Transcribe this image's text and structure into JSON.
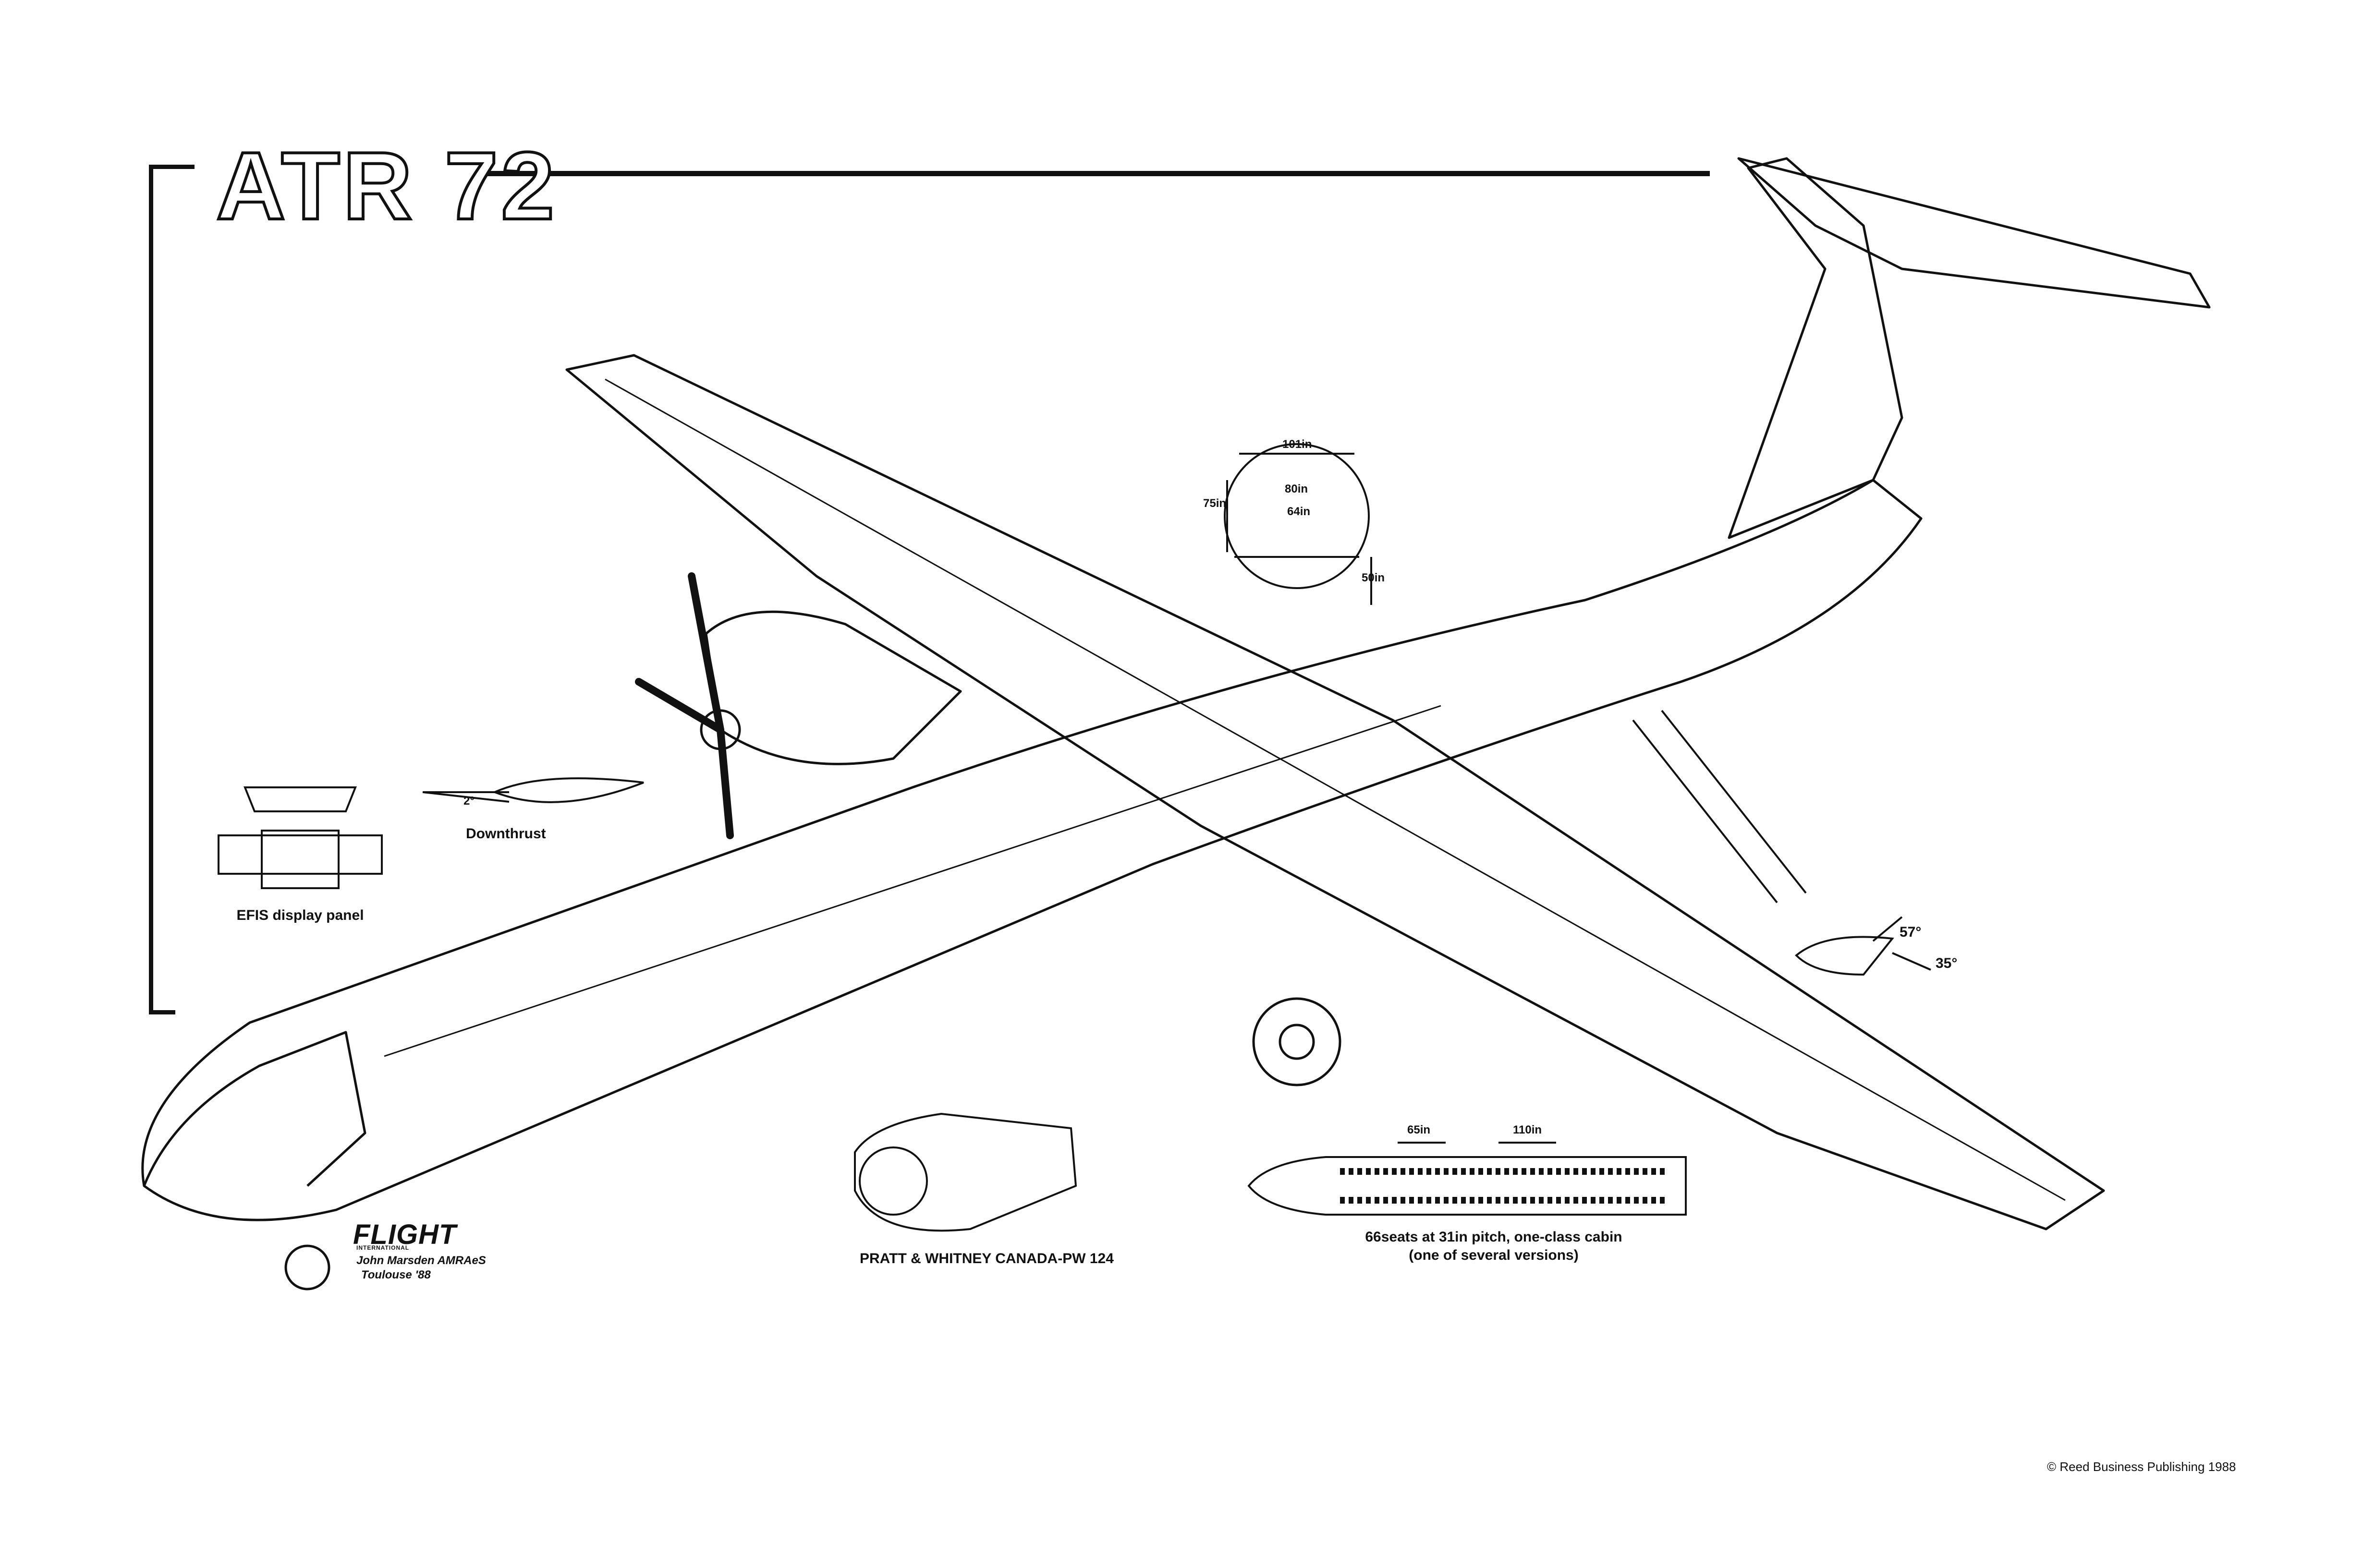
{
  "title": "ATR 72",
  "labels": {
    "efis": "EFIS display panel",
    "downthrust": "Downthrust",
    "downthrust_angle": "2°",
    "engine": "PRATT & WHITNEY CANADA-PW 124",
    "cabin_line1": "66seats at 31in pitch, one-class cabin",
    "cabin_line2": "(one of several versions)",
    "dim_101": "101in",
    "dim_80": "80in",
    "dim_64": "64in",
    "dim_75": "75in",
    "dim_50": "50in",
    "dim_65": "65in",
    "dim_110": "110in",
    "angle_57": "57°",
    "angle_35": "35°"
  },
  "credits": {
    "publication": "FLIGHT",
    "publication_sub": "INTERNATIONAL",
    "artist": "John Marsden AMRAeS",
    "place": "Toulouse '88",
    "copyright": "© Reed Business Publishing 1988"
  }
}
